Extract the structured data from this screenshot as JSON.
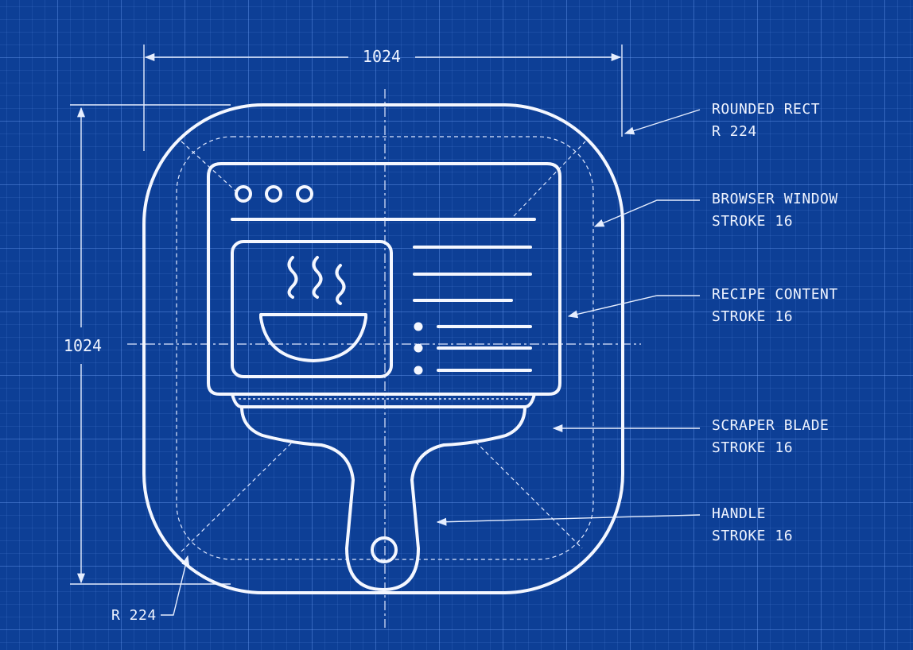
{
  "dimensions": {
    "width_label": "1024",
    "height_label": "1024",
    "corner_label": "R 224"
  },
  "callouts": [
    {
      "line1": "ROUNDED RECT",
      "line2": "R 224"
    },
    {
      "line1": "BROWSER WINDOW",
      "line2": "STROKE 16"
    },
    {
      "line1": "RECIPE CONTENT",
      "line2": "STROKE 16"
    },
    {
      "line1": "SCRAPER BLADE",
      "line2": "STROKE 16"
    },
    {
      "line1": "HANDLE",
      "line2": "STROKE 16"
    }
  ],
  "colors": {
    "background": "#0d3f96",
    "line": "#f4f7ff"
  },
  "icons": [
    "browser-window-icon",
    "steaming-bowl-icon",
    "scraper-icon"
  ]
}
